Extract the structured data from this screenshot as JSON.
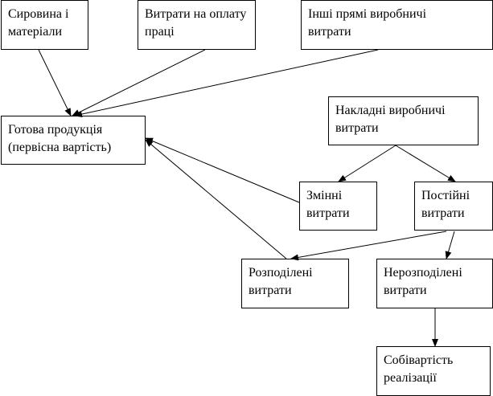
{
  "nodes": {
    "raw_materials": "Сировина і\nматеріали",
    "labour_costs": "Витрати на оплату\nпраці",
    "other_direct": "Інші прямі виробничі\nвитрати",
    "finished_goods": "Готова продукція\n(первісна вартість)",
    "overhead": "Накладні виробничі\nвитрати",
    "variable": "Змінні\nвитрати",
    "fixed": "Постійні\nвитрати",
    "allocated": "Розподілені\nвитрати",
    "unallocated": "Нерозподілені\nвитрати",
    "cost_of_sales": "Собівартість\nреалізації"
  },
  "edges": [
    [
      "raw_materials",
      "finished_goods"
    ],
    [
      "labour_costs",
      "finished_goods"
    ],
    [
      "other_direct",
      "finished_goods"
    ],
    [
      "overhead",
      "variable"
    ],
    [
      "overhead",
      "fixed"
    ],
    [
      "variable",
      "finished_goods"
    ],
    [
      "allocated",
      "finished_goods"
    ],
    [
      "fixed",
      "allocated"
    ],
    [
      "fixed",
      "unallocated"
    ],
    [
      "unallocated",
      "cost_of_sales"
    ]
  ],
  "colors": {
    "line": "#000000",
    "box_border": "#000000",
    "background": "#ffffff"
  }
}
